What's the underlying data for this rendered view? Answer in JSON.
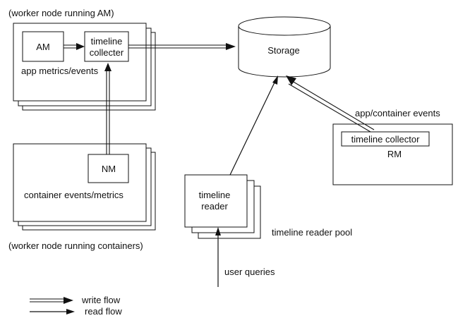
{
  "am_node": {
    "title": "(worker node running AM)",
    "am_label": "AM",
    "collector_line1": "timeline",
    "collector_line2": "collecter",
    "metrics_label": "app metrics/events"
  },
  "container_node": {
    "nm_label": "NM",
    "events_label": "container events/metrics",
    "title": "(worker node running containers)"
  },
  "storage": {
    "label": "Storage"
  },
  "rm": {
    "events_label": "app/container events",
    "collector_label": "timeline collector",
    "rm_label": "RM"
  },
  "reader": {
    "line1": "timeline",
    "line2": "reader",
    "pool_label": "timeline reader pool",
    "queries_label": "user queries"
  },
  "legend": {
    "write_flow": "write flow",
    "read_flow": "read flow"
  }
}
